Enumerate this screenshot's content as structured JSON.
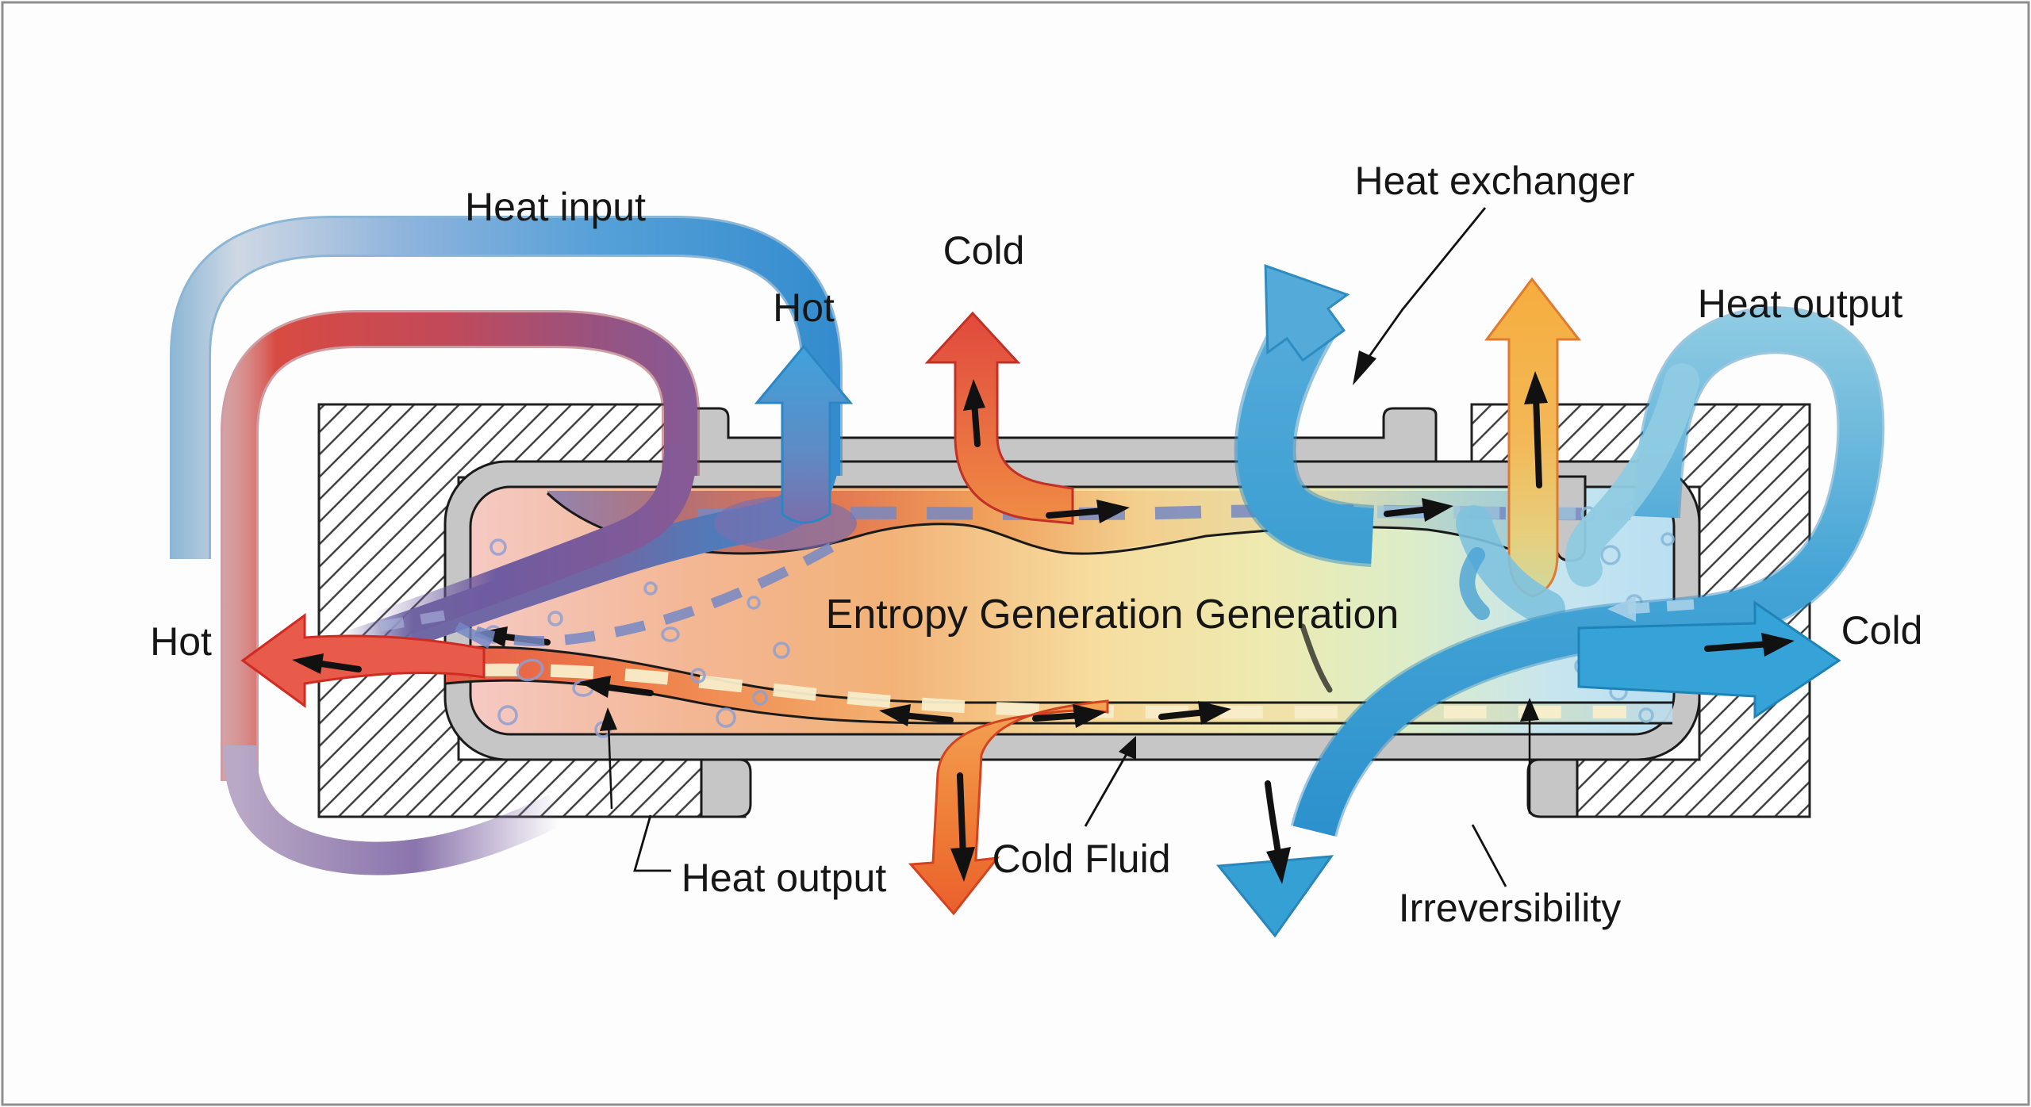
{
  "diagram": {
    "type": "heat-exchanger-cross-section",
    "labels": {
      "heat_input": "Heat input",
      "hot_top": "Hot",
      "cold_top": "Cold",
      "heat_exchanger": "Heat exchanger",
      "heat_output_right": "Heat output",
      "hot_left": "Hot",
      "cold_right": "Cold",
      "heat_output_bottom": "Heat output",
      "cold_fluid": "Cold Fluid",
      "irreversibility": "Irreversibility",
      "center_caption": "Entropy Generation Generation"
    },
    "colors": {
      "hot_red": "#e1493e",
      "cold_blue": "#3aa3d8",
      "warm_orange": "#f5a93f",
      "mixed_purple": "#7a6aa8",
      "casing_gray": "#c6c6c6",
      "hatch_line": "#3a3a3a",
      "ink": "#161616"
    }
  }
}
